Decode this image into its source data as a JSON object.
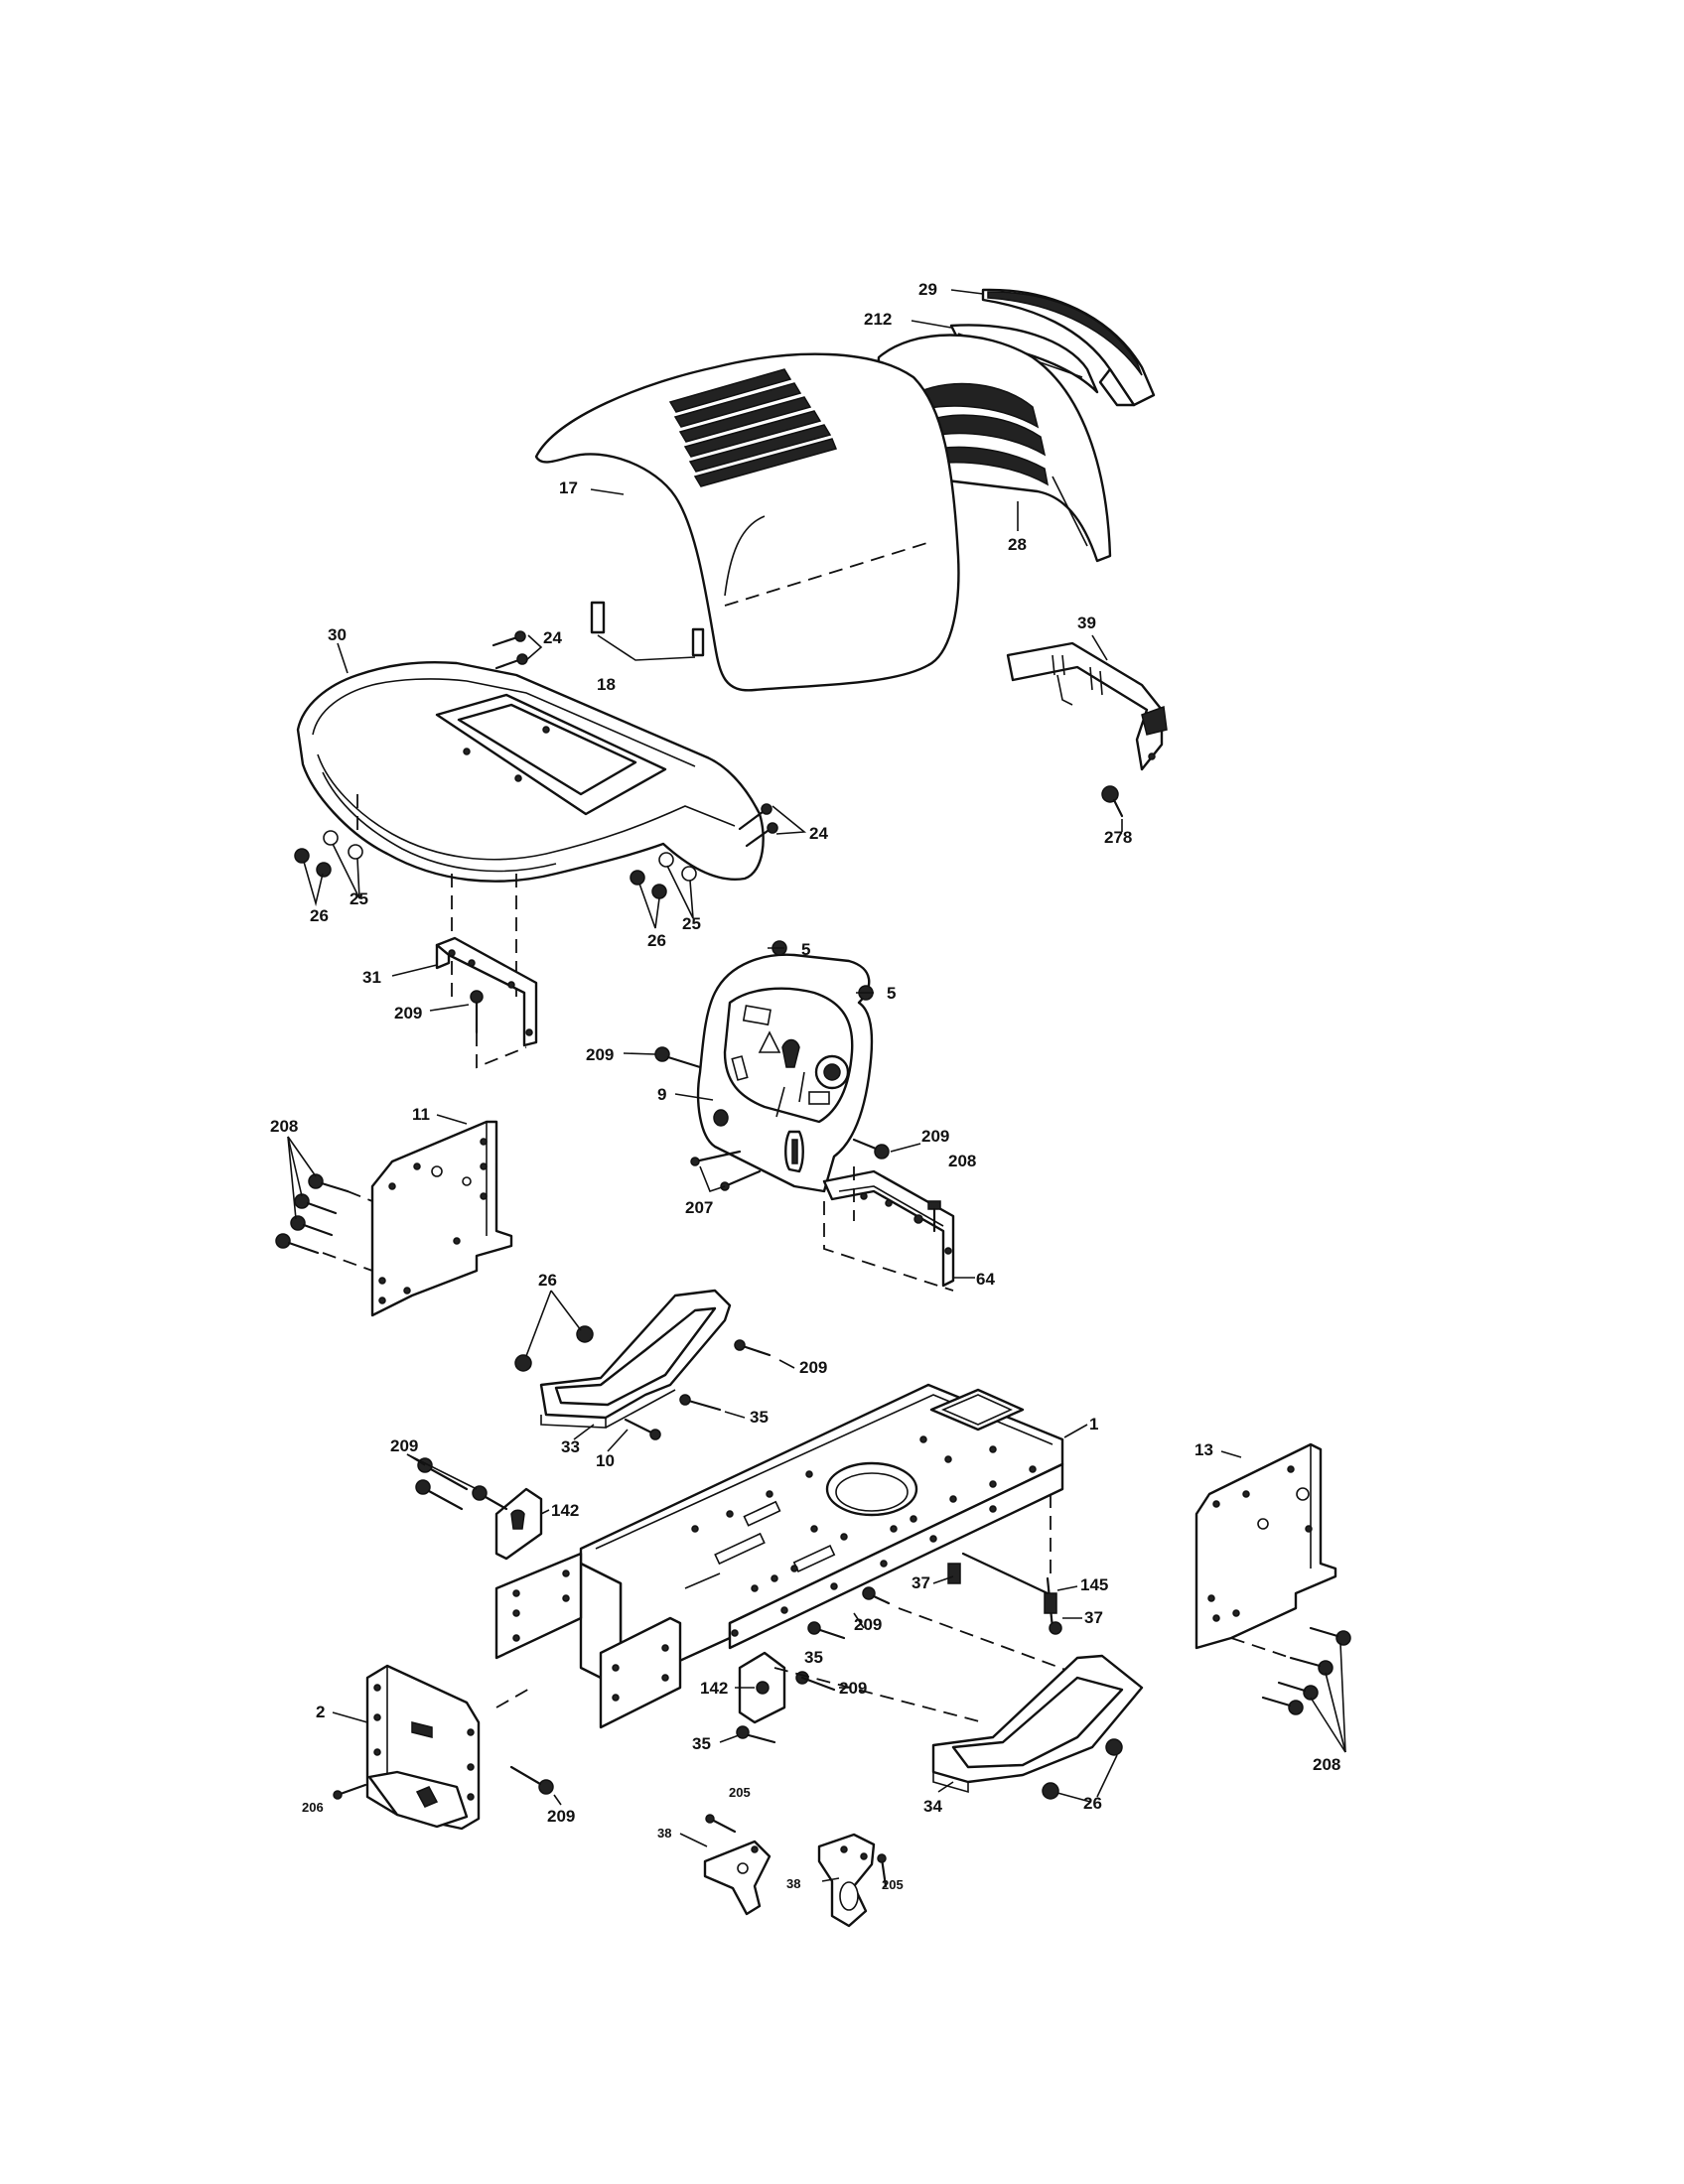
{
  "callouts": [
    {
      "id": "c29",
      "text": "29"
    },
    {
      "id": "c212",
      "text": "212"
    },
    {
      "id": "c17",
      "text": "17"
    },
    {
      "id": "c28",
      "text": "28"
    },
    {
      "id": "c30",
      "text": "30"
    },
    {
      "id": "c24a",
      "text": "24"
    },
    {
      "id": "c18",
      "text": "18"
    },
    {
      "id": "c39",
      "text": "39"
    },
    {
      "id": "c24b",
      "text": "24"
    },
    {
      "id": "c278",
      "text": "278"
    },
    {
      "id": "c26a",
      "text": "26"
    },
    {
      "id": "c25a",
      "text": "25"
    },
    {
      "id": "c26b",
      "text": "26"
    },
    {
      "id": "c25b",
      "text": "25"
    },
    {
      "id": "c5a",
      "text": "5"
    },
    {
      "id": "c5b",
      "text": "5"
    },
    {
      "id": "c31",
      "text": "31"
    },
    {
      "id": "c209a",
      "text": "209"
    },
    {
      "id": "c209b",
      "text": "209"
    },
    {
      "id": "c9",
      "text": "9"
    },
    {
      "id": "c209c",
      "text": "209"
    },
    {
      "id": "c208a",
      "text": "208"
    },
    {
      "id": "c11",
      "text": "11"
    },
    {
      "id": "c208b",
      "text": "208"
    },
    {
      "id": "c207",
      "text": "207"
    },
    {
      "id": "c64",
      "text": "64"
    },
    {
      "id": "c26c",
      "text": "26"
    },
    {
      "id": "c209d",
      "text": "209"
    },
    {
      "id": "c35a",
      "text": "35"
    },
    {
      "id": "c33",
      "text": "33"
    },
    {
      "id": "c10",
      "text": "10"
    },
    {
      "id": "c1",
      "text": "1"
    },
    {
      "id": "c13",
      "text": "13"
    },
    {
      "id": "c209e",
      "text": "209"
    },
    {
      "id": "c142a",
      "text": "142"
    },
    {
      "id": "c37a",
      "text": "37"
    },
    {
      "id": "c145",
      "text": "145"
    },
    {
      "id": "c37b",
      "text": "37"
    },
    {
      "id": "c209f",
      "text": "209"
    },
    {
      "id": "c35b",
      "text": "35"
    },
    {
      "id": "c209g",
      "text": "209"
    },
    {
      "id": "c142b",
      "text": "142"
    },
    {
      "id": "c2",
      "text": "2"
    },
    {
      "id": "c35c",
      "text": "35"
    },
    {
      "id": "c208c",
      "text": "208"
    },
    {
      "id": "c34",
      "text": "34"
    },
    {
      "id": "c206",
      "text": "206"
    },
    {
      "id": "c209h",
      "text": "209"
    },
    {
      "id": "c205a",
      "text": "205"
    },
    {
      "id": "c26d",
      "text": "26"
    },
    {
      "id": "c38a",
      "text": "38"
    },
    {
      "id": "c38b",
      "text": "38"
    },
    {
      "id": "c205b",
      "text": "205"
    }
  ]
}
